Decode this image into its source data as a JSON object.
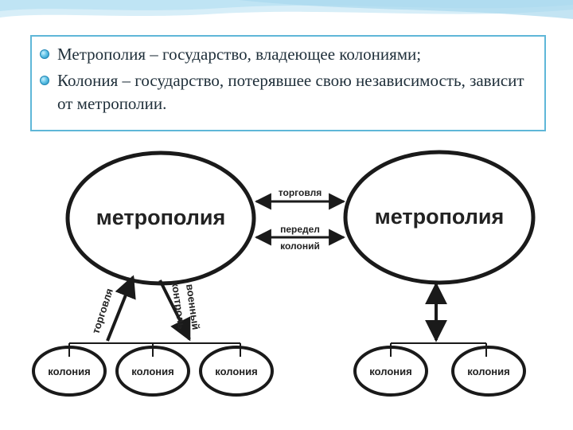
{
  "bullets": [
    "Метрополия – государство, владеющее колониями;",
    "Колония – государство, потерявшее свою независимость, зависит от метрополии."
  ],
  "diagram": {
    "metropolis_left": "метрополия",
    "metropolis_right": "метрополия",
    "link_trade": "торговля",
    "link_redivision_line1": "передел",
    "link_redivision_line2": "колоний",
    "arrow_trade": "торговля",
    "arrow_military_line1": "военный",
    "arrow_military_line2": "контроль",
    "colonies_left": [
      "колония",
      "колония",
      "колония"
    ],
    "colonies_right": [
      "колония",
      "колония"
    ]
  },
  "colors": {
    "accent": "#5fb7d8",
    "bullet": "#2a9ccd",
    "text": "#1f2f3a",
    "diagram_stroke": "#1a1a1a"
  }
}
